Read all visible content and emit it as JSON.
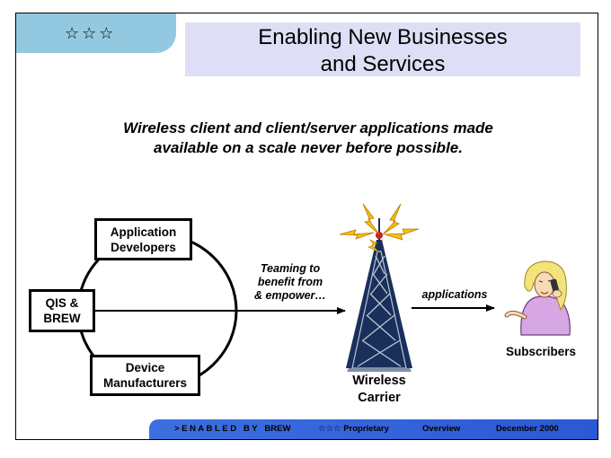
{
  "header": {
    "stars": "☆☆☆",
    "title_line1": "Enabling New Businesses",
    "title_line2": "and Services"
  },
  "subtitle": {
    "line1": "Wireless client and client/server applications made",
    "line2": "available on a scale never before possible."
  },
  "diagram": {
    "app_developers": [
      "Application",
      "Developers"
    ],
    "qis_brew": [
      "QIS &",
      "BREW"
    ],
    "device_manufacturers": [
      "Device",
      "Manufacturers"
    ],
    "teaming_label": [
      "Teaming to",
      "benefit from",
      "& empower…"
    ],
    "applications_label": "applications",
    "carrier_label": [
      "Wireless",
      "Carrier"
    ],
    "subscribers_label": "Subscribers"
  },
  "footer": {
    "enabled_by": "> E N A B L E D   B Y   BREW",
    "stars": "☆☆☆",
    "proprietary": "Proprietary",
    "overview": "Overview",
    "date": "December 2000"
  },
  "colors": {
    "tab": "#93c9e0",
    "title_box": "#dedff6",
    "footer": "#3060dc",
    "person_shirt": "#d7a7e3",
    "person_hair": "#f2e47a"
  }
}
